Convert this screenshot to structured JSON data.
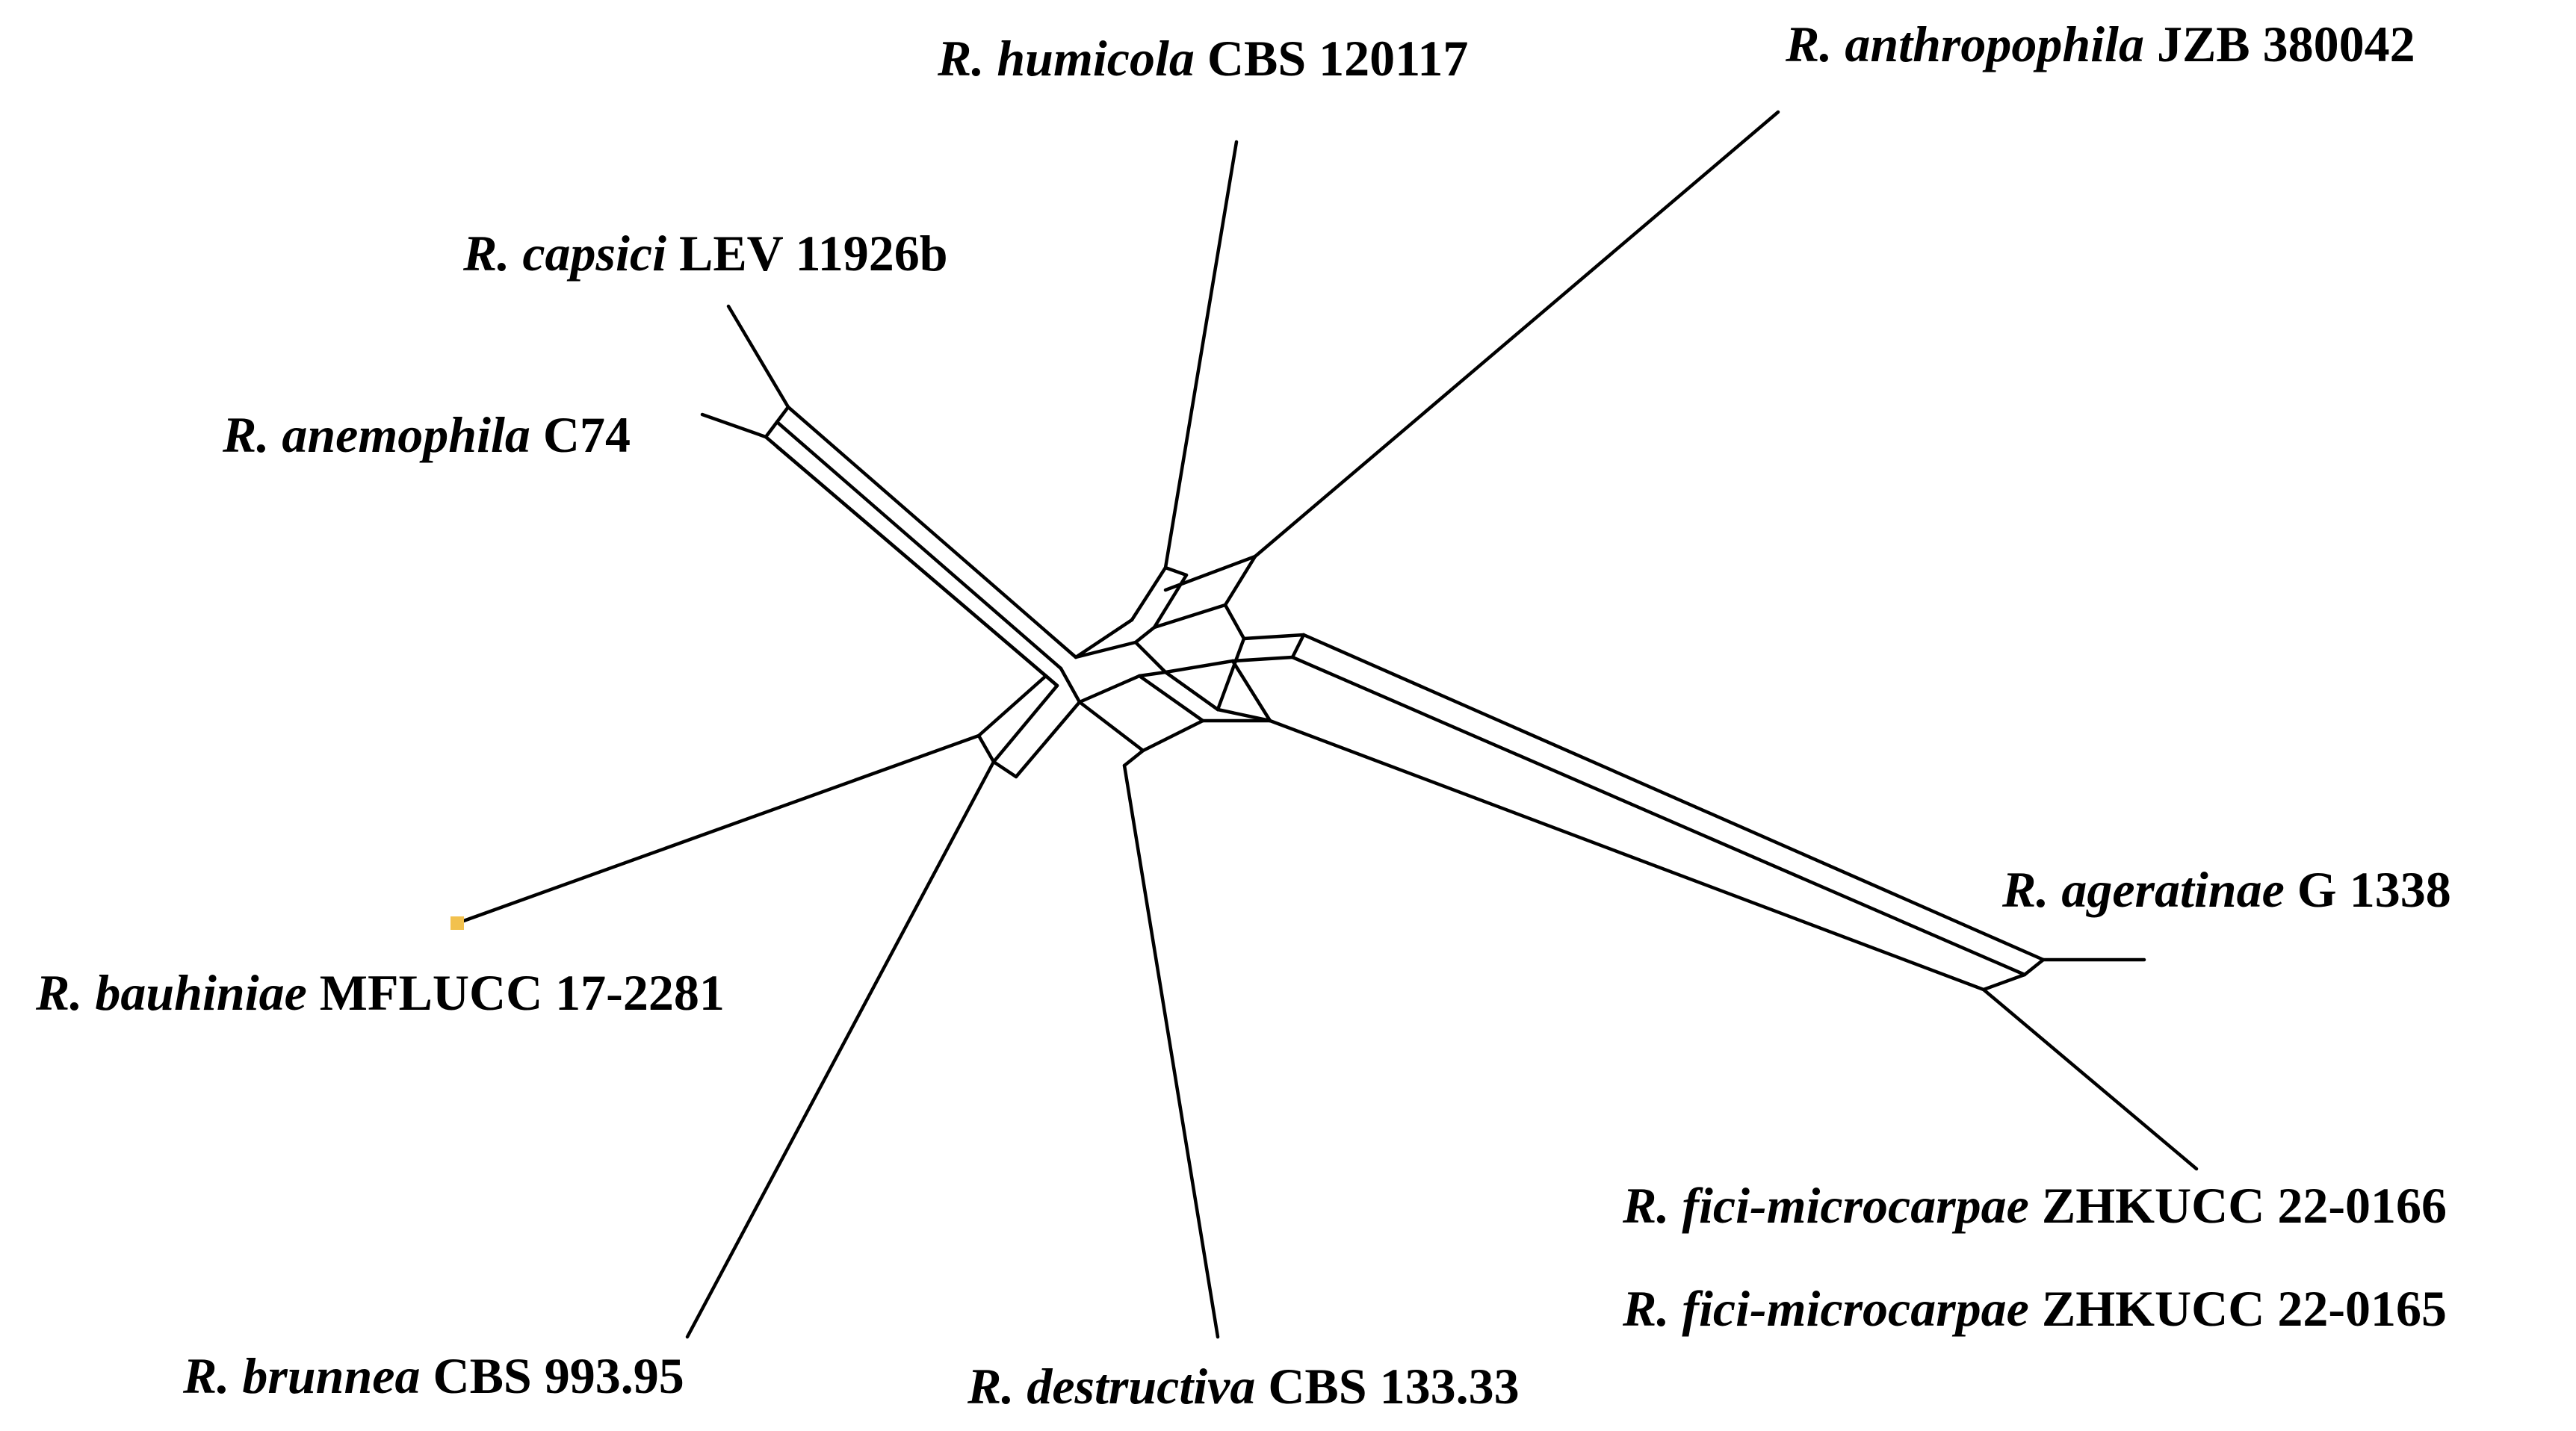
{
  "colors": {
    "edges": "#000000",
    "labels": "#000000",
    "tip_marker": "#f2c14e"
  },
  "taxa": [
    {
      "id": "humicola",
      "genus": "R. humicola",
      "strain": "CBS 120117"
    },
    {
      "id": "anthropophila",
      "genus": "R.  anthropophila",
      "strain": "JZB 380042"
    },
    {
      "id": "capsici",
      "genus": "R. capsici",
      "strain": "LEV 11926b"
    },
    {
      "id": "anemophila",
      "genus": "R. anemophila",
      "strain": "C74"
    },
    {
      "id": "ageratinae",
      "genus": "R. ageratinae",
      "strain": "G 1338"
    },
    {
      "id": "bauhiniae",
      "genus": "R.  bauhiniae",
      "strain": "MFLUCC 17-2281"
    },
    {
      "id": "fici-166",
      "genus": "R. fici-microcarpae",
      "strain": "ZHKUCC 22-0166"
    },
    {
      "id": "fici-165",
      "genus": "R. fici-microcarpae",
      "strain": "ZHKUCC 22-0165"
    },
    {
      "id": "brunnea",
      "genus": "R.  brunnea",
      "strain": "CBS 993.95"
    },
    {
      "id": "destructiva",
      "genus": "R. destructiva",
      "strain": "CBS 133.33"
    }
  ]
}
